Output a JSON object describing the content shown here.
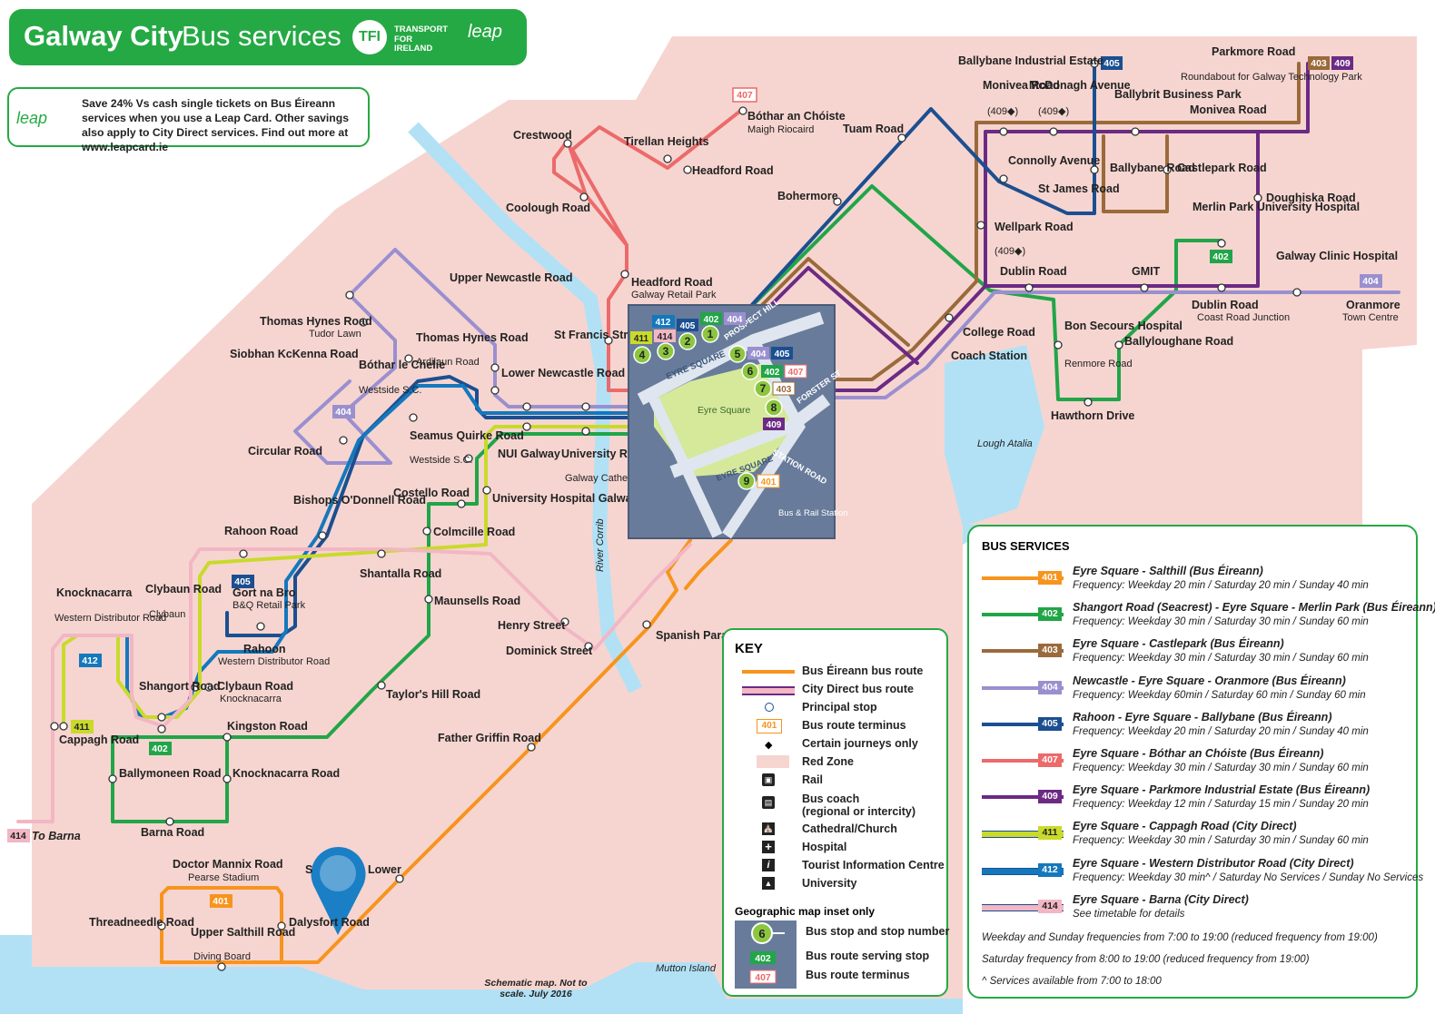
{
  "header": {
    "title_bold": "Galway City",
    "title_light": "Bus services",
    "tfi_badge": "TFI",
    "tfi_text": "TRANSPORT\nFOR\nIRELAND",
    "leap": "leap"
  },
  "promo": {
    "logo": "leap",
    "text": "Save 24% Vs cash single tickets on Bus Éireann services when you use a Leap Card. Other savings also apply to City Direct services. Find out more at www.leapcard.ie"
  },
  "colors": {
    "red_zone": "#f6d5d0",
    "water": "#b2e1f5",
    "route_401": "#f7941d",
    "route_402": "#21a548",
    "route_403": "#9b6a3a",
    "route_404": "#9a8fcf",
    "route_405": "#1b4f91",
    "route_407": "#ec6a6a",
    "route_409": "#6b2a84",
    "route_411": "#c9da2a",
    "route_412": "#1478bd",
    "route_414": "#f2b6c4",
    "inset_bg": "#687b9b",
    "eyre_square": "#d6e89a"
  },
  "places": {
    "ballybane_ind": "Ballybane Industrial Estate",
    "parkmore_road": "Parkmore Road",
    "parkmore_sub": "Roundabout for Galway Technology Park",
    "monivea_road_1": "Monivea Road",
    "monivea_road_1_note": "(409◆)",
    "mcdonagh": "McDonagh Avenue",
    "mcdonagh_note": "(409◆)",
    "ballybrit": "Ballybrit Business Park",
    "monivea_road_2": "Monivea Road",
    "tuam_road": "Tuam Road",
    "connolly": "Connolly Avenue",
    "st_james": "St James Road",
    "ballybane_road": "Ballybane Road",
    "castlepark_road": "Castlepark Road",
    "merlin": "Merlin Park University Hospital",
    "doughiska": "Doughiska Road",
    "bohermore": "Bohermore",
    "wellpark": "Wellpark Road",
    "wellpark_note": "(409◆)",
    "dublin_road": "Dublin Road",
    "gmit": "GMIT",
    "galway_clinic": "Galway Clinic Hospital",
    "dublin_road_coast": "Dublin Road",
    "dublin_road_coast_sub": "Coast Road Junction",
    "oranmore": "Oranmore",
    "oranmore_sub": "Town Centre",
    "college_road": "College Road",
    "bon_secours": "Bon Secours Hospital",
    "bon_secours_sub": "Renmore Road",
    "ballyloughane": "Ballyloughane Road",
    "coach_station": "Coach Station",
    "hawthorn": "Hawthorn Drive",
    "lough_atalia": "Lough Atalia",
    "crestwood": "Crestwood",
    "tirellan": "Tirellan Heights",
    "bothar_an_choiste": "Bóthar an Chóiste",
    "bothar_sub": "Maigh Riocaird",
    "headford_road": "Headford Road",
    "coolough": "Coolough Road",
    "headford_retail": "Headford Road",
    "headford_retail_sub": "Galway Retail Park",
    "st_francis": "St Francis Street",
    "upper_newcastle": "Upper Newcastle Road",
    "thomas_hynes_1": "Thomas Hynes Road",
    "thomas_hynes_1_sub": "Tudor Lawn",
    "thomas_hynes_2": "Thomas Hynes Road",
    "thomas_hynes_2_sub": "Ardilaun Road",
    "siobhan": "Siobhan KcKenna Road",
    "bothar_le_chelie": "Bóthar le Chelie",
    "bothar_le_chelie_sub": "Westside S.C.",
    "lower_newcastle": "Lower Newcastle Road",
    "circular": "Circular Road",
    "seamus": "Seamus Quirke Road",
    "seamus_sub": "Westside S.C.",
    "nui": "NUI Galway",
    "university_road": "University Road",
    "cathedral": "Galway Cathedral",
    "uhg": "University Hospital Galway",
    "costello": "Costello Road",
    "colmcille": "Colmcille Road",
    "bishops": "Bishops O'Donnell Road",
    "rahoon_road": "Rahoon Road",
    "shantalla": "Shantalla Road",
    "gort_na_bro": "Gort na Bro",
    "gort_na_bro_sub": "B&Q Retail Park",
    "knocknacarra_wdr": "Knocknacarra",
    "knocknacarra_wdr_sub": "Western Distributor Road",
    "clybaun_road": "Clybaun Road",
    "clybaun_sub": "Clybaun",
    "maunsells": "Maunsells Road",
    "henry_street": "Henry Street",
    "dominick": "Dominick Street",
    "spanish_parade": "Spanish Parade",
    "rahoon_wdr": "Rahoon",
    "rahoon_wdr_sub": "Western Distributor Road",
    "shangort": "Shangort Road",
    "clybaun_kn": "Clybaun Road",
    "clybaun_kn_sub": "Knocknacarra",
    "taylors_hill": "Taylor's Hill Road",
    "kingston": "Kingston Road",
    "cappagh": "Cappagh Road",
    "father_griffin": "Father Griffin Road",
    "ballymoneen": "Ballymoneen Road",
    "knocknacarra_road": "Knocknacarra Road",
    "barna_road": "Barna Road",
    "to_barna": "To Barna",
    "doctor_mannix": "Doctor Mannix Road",
    "doctor_mannix_sub": "Pearse Stadium",
    "threadneedle": "Threadneedle Road",
    "upper_salthill": "Upper Salthill Road",
    "upper_salthill_sub": "Diving Board",
    "dalysfort": "Dalysfort Road",
    "lower": "Lower",
    "salthill_s": "S",
    "river_corrib": "River Corrib",
    "mutton_island": "Mutton Island",
    "prospect_hill": "PROSPECT HILL",
    "eyre_square_st": "EYRE SQUARE",
    "forster": "FORSTER ST",
    "station_road": "STATION ROAD",
    "eyre_square_st2": "EYRE SQUARE",
    "eyre_square_park": "Eyre Square",
    "bus_rail": "Bus & Rail Station"
  },
  "inset_badges": {
    "b412": "412",
    "b405": "405",
    "b402": "402",
    "b404": "404",
    "b411": "411",
    "b414": "414",
    "b404b": "404",
    "b405b": "405",
    "b402b": "402",
    "b407b": "407",
    "b403b": "403",
    "b409b": "409",
    "b401b": "401"
  },
  "stop_numbers": [
    "1",
    "2",
    "3",
    "4",
    "5",
    "6",
    "7",
    "8",
    "9"
  ],
  "map_badges": {
    "m407": "407",
    "m405": "405",
    "m403": "403",
    "m409": "409",
    "m404": "404",
    "m402": "402",
    "m404w": "404",
    "m405w": "405",
    "m412": "412",
    "m411": "411",
    "m402s": "402",
    "m414": "414",
    "m401": "401"
  },
  "key": {
    "title": "KEY",
    "rows": [
      "Bus Éireann bus route",
      "City Direct bus route",
      "Principal stop",
      "Bus route terminus",
      "Certain journeys only",
      "Red Zone",
      "Rail",
      "Bus coach\n(regional or intercity)",
      "Cathedral/Church",
      "Hospital",
      "Tourist Information Centre",
      "University"
    ],
    "terminus_badge": "401",
    "inset_title": "Geographic map inset only",
    "inset_rows": [
      "Bus stop and stop number",
      "Bus route serving stop",
      "Bus route terminus"
    ],
    "inset_stop": "6",
    "inset_serving": "402",
    "inset_terminus": "407"
  },
  "services": {
    "title": "BUS SERVICES",
    "items": [
      {
        "num": "401",
        "name": "Eyre Square - Salthill (Bus Éireann)",
        "freq": "Frequency: Weekday 20 min / Saturday 20 min / Sunday 40 min",
        "color": "#f7941d"
      },
      {
        "num": "402",
        "name": "Shangort Road (Seacrest) - Eyre Square - Merlin Park (Bus Éireann)",
        "freq": "Frequency: Weekday 30 min / Saturday 30 min / Sunday 60 min",
        "color": "#21a548"
      },
      {
        "num": "403",
        "name": "Eyre Square - Castlepark (Bus Éireann)",
        "freq": "Frequency: Weekday 30 min / Saturday 30 min / Sunday 60 min",
        "color": "#9b6a3a"
      },
      {
        "num": "404",
        "name": "Newcastle - Eyre Square - Oranmore (Bus Éireann)",
        "freq": "Frequency: Weekday 60min / Saturday 60 min / Sunday 60 min",
        "color": "#9a8fcf"
      },
      {
        "num": "405",
        "name": "Rahoon - Eyre Square - Ballybane (Bus Éireann)",
        "freq": "Frequency: Weekday 20 min / Saturday 20 min / Sunday 40 min",
        "color": "#1b4f91"
      },
      {
        "num": "407",
        "name": "Eyre Square - Bóthar an Chóiste (Bus Éireann)",
        "freq": "Frequency: Weekday 30 min / Saturday 30 min / Sunday 60 min",
        "color": "#ec6a6a"
      },
      {
        "num": "409",
        "name": "Eyre Square - Parkmore Industrial Estate (Bus Éireann)",
        "freq": "Frequency: Weekday 12 min / Saturday 15 min / Sunday 20 min",
        "color": "#6b2a84"
      },
      {
        "num": "411",
        "name": "Eyre Square - Cappagh Road (City Direct)",
        "freq": "Frequency: Weekday 30 min / Saturday 30 min / Sunday 60 min",
        "color": "#c9da2a"
      },
      {
        "num": "412",
        "name": "Eyre Square - Western Distributor Road (City Direct)",
        "freq": "Frequency: Weekday 30 min^ / Saturday No Services / Sunday No Services",
        "color": "#1478bd"
      },
      {
        "num": "414",
        "name": "Eyre Square - Barna (City Direct)",
        "freq": "See timetable for details",
        "color": "#f2b6c4"
      }
    ],
    "note1": "Weekday and Sunday frequencies from 7:00 to 19:00 (reduced frequency from 19:00)",
    "note2": "Saturday frequency from 8:00 to 19:00 (reduced frequency from 19:00)",
    "note3": "^ Services available from 7:00 to 18:00"
  },
  "footer": {
    "schematic": "Schematic map. Not to scale. July 2016"
  }
}
